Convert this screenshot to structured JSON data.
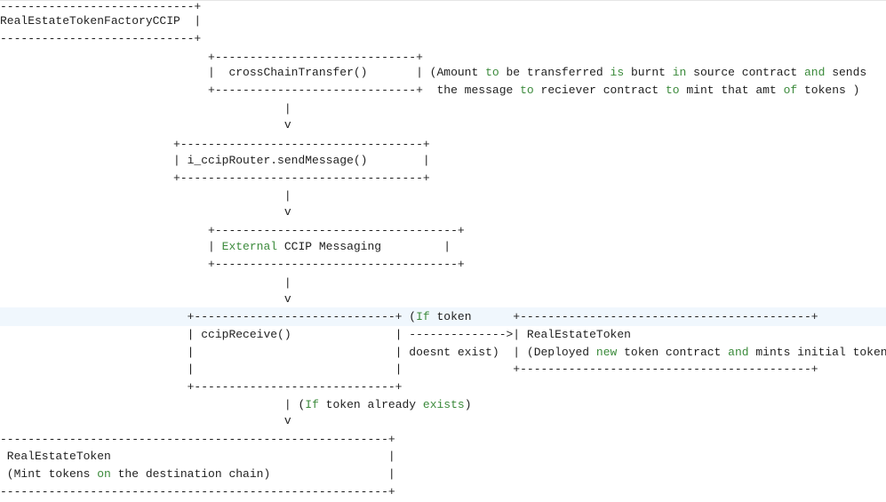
{
  "colors": {
    "background": "#ffffff",
    "text": "#1f1f1f",
    "keyword": "#3b8a3b",
    "highlight": "#f0f7fd"
  },
  "lines": [
    "----------------------------+",
    "RealEstateTokenFactoryCCIP  |",
    "----------------------------+",
    "                              +-----------------------------+",
    "                              |  crossChainTransfer()       | (Amount to be transferred is burnt in source contract and sends",
    "                              +-----------------------------+  the message to reciever contract to mint that amt of tokens )",
    "                                         |",
    "                                         v",
    "                         +-----------------------------------+",
    "                         | i_ccipRouter.sendMessage()        |",
    "                         +-----------------------------------+",
    "                                         |",
    "                                         v",
    "                              +-----------------------------------+",
    "                              | External CCIP Messaging         |",
    "                              +-----------------------------------+",
    "                                         |",
    "                                         v",
    "                           +-----------------------------+ (If token      +------------------------------------------+",
    "                           | ccipReceive()               | -------------->| RealEstateToken",
    "                           |                             | doesnt exist)  | (Deployed new token contract and mints initial token)",
    "                           |                             |                +------------------------------------------+",
    "                           +-----------------------------+",
    "                                         | (If token already exists)",
    "                                         v",
    "--------------------------------------------------------+",
    " RealEstateToken                                        |",
    " (Mint tokens on the destination chain)                 |",
    "--------------------------------------------------------+"
  ]
}
